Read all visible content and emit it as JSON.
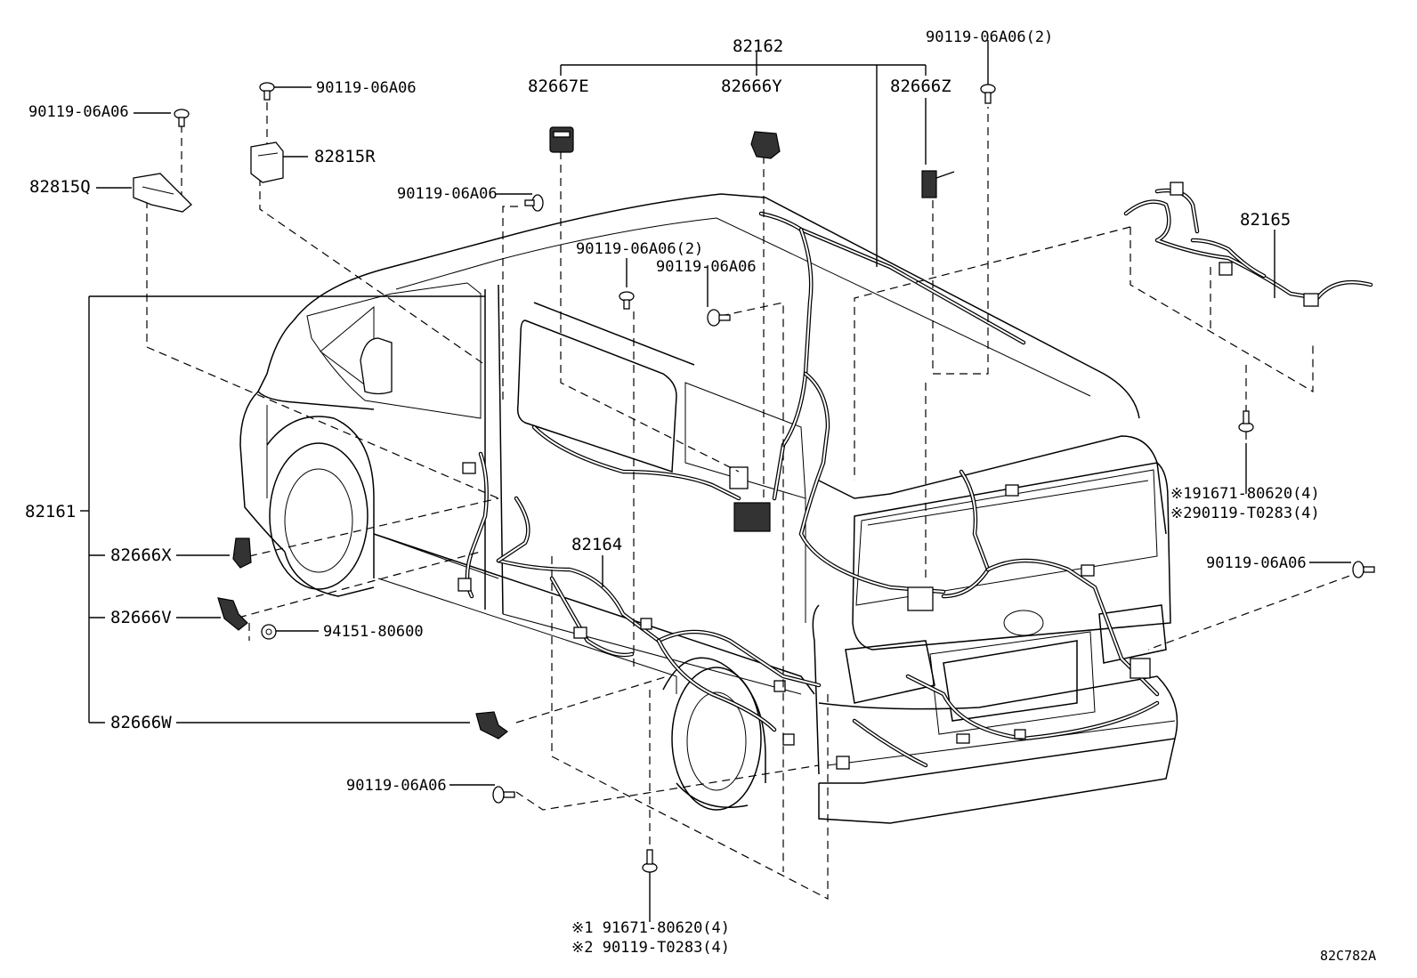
{
  "diagram_code": "82C782A",
  "labels": {
    "harness_82162": "82162",
    "conn_82667E": "82667E",
    "conn_82666Y": "82666Y",
    "conn_82666Z": "82666Z",
    "bolt_top_right": "90119-06A06(2)",
    "bolt_left_1": "90119-06A06",
    "bolt_left_2": "90119-06A06",
    "bracket_82815R": "82815R",
    "bracket_82815Q": "82815Q",
    "bolt_center_1": "90119-06A06",
    "bolt_center_2": "90119-06A06(2)",
    "bolt_center_3": "90119-06A06",
    "harness_82165": "82165",
    "harness_82161": "82161",
    "conn_82666X": "82666X",
    "conn_82666V": "82666V",
    "clip_94151": "94151-80600",
    "conn_82666W": "82666W",
    "harness_82164": "82164",
    "bolt_lower_left": "90119-06A06",
    "bolt_right": "90119-06A06",
    "note_right_1": "※191671-80620(4)",
    "note_right_2": "※290119-T0283(4)",
    "note_bottom_1": "※1 91671-80620(4)",
    "note_bottom_2": "※2 90119-T0283(4)"
  }
}
